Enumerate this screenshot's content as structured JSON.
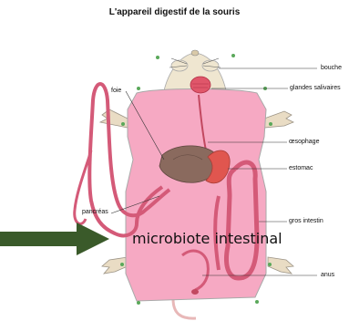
{
  "title": "L'appareil digestif de la souris",
  "labels": {
    "bouche": "bouche",
    "foie": "foie",
    "glandes": "glandes salivaires",
    "oesophage": "œsophage",
    "estomac": "estomac",
    "pancreas": "pancréas",
    "gros_intestin": "gros intestin",
    "anus": "anus"
  },
  "caption": "microbiote intestinal",
  "colors": {
    "body": "#f6a9c3",
    "body_stroke": "#a9a9a9",
    "intestine": "#d45a78",
    "liver": "#8a6a5e",
    "stomach": "#e0564f",
    "arrow": "#3a5a2a"
  }
}
